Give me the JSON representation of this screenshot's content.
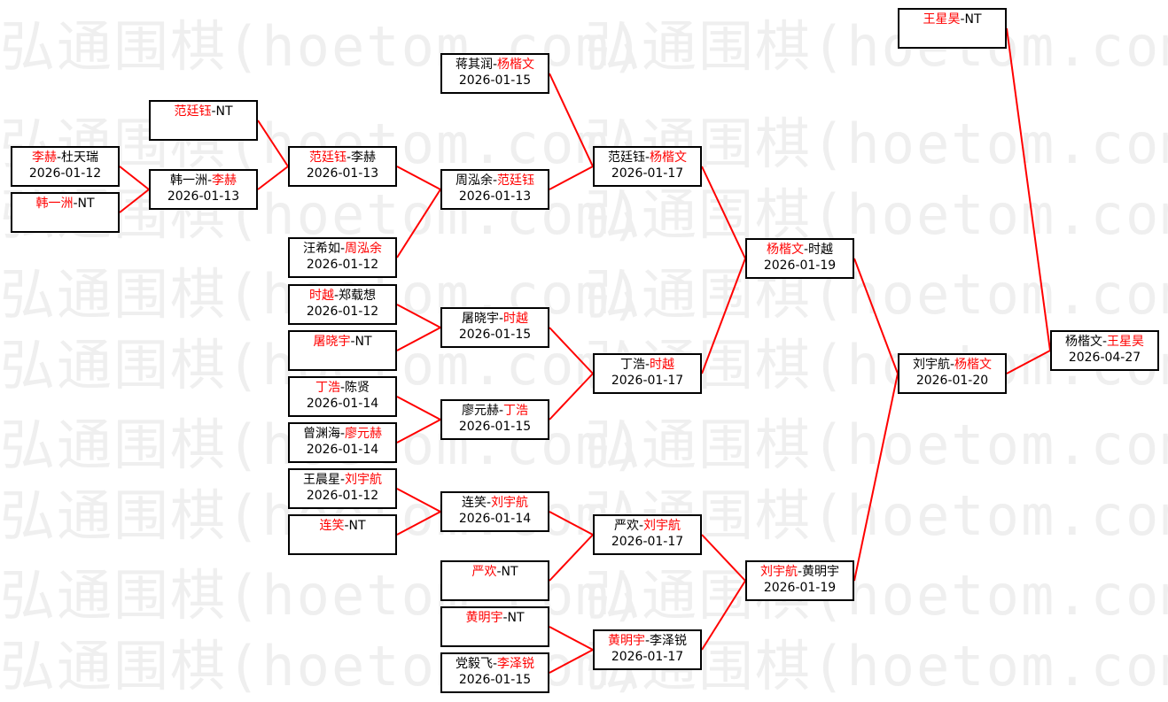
{
  "watermark": {
    "text": "弘通围棋(hoetom.com)"
  },
  "colors": {
    "winner": "#ff0000",
    "line": "#ff0000",
    "border": "#000000",
    "watermark": "#efefef"
  },
  "matches": [
    {
      "id": "m01",
      "p1": "李赫",
      "p2": "杜天瑞",
      "date": "2026-01-12",
      "winner": 1
    },
    {
      "id": "m02",
      "p1": "韩一洲",
      "p2": "NT",
      "date": "",
      "winner": 1
    },
    {
      "id": "m03",
      "p1": "范廷钰",
      "p2": "NT",
      "date": "",
      "winner": 1
    },
    {
      "id": "m04",
      "p1": "韩一洲",
      "p2": "李赫",
      "date": "2026-01-13",
      "winner": 2
    },
    {
      "id": "m05",
      "p1": "范廷钰",
      "p2": "李赫",
      "date": "2026-01-13",
      "winner": 1
    },
    {
      "id": "m06",
      "p1": "汪希如",
      "p2": "周泓余",
      "date": "2026-01-12",
      "winner": 2
    },
    {
      "id": "m07",
      "p1": "时越",
      "p2": "郑载想",
      "date": "2026-01-12",
      "winner": 1
    },
    {
      "id": "m08",
      "p1": "屠晓宇",
      "p2": "NT",
      "date": "",
      "winner": 1
    },
    {
      "id": "m09",
      "p1": "丁浩",
      "p2": "陈贤",
      "date": "2026-01-14",
      "winner": 1
    },
    {
      "id": "m10",
      "p1": "曾渊海",
      "p2": "廖元赫",
      "date": "2026-01-14",
      "winner": 2
    },
    {
      "id": "m11",
      "p1": "王晨星",
      "p2": "刘宇航",
      "date": "2026-01-12",
      "winner": 2
    },
    {
      "id": "m12",
      "p1": "连笑",
      "p2": "NT",
      "date": "",
      "winner": 1
    },
    {
      "id": "m13",
      "p1": "蒋其润",
      "p2": "杨楷文",
      "date": "2026-01-15",
      "winner": 2
    },
    {
      "id": "m14",
      "p1": "周泓余",
      "p2": "范廷钰",
      "date": "2026-01-13",
      "winner": 2
    },
    {
      "id": "m15",
      "p1": "屠晓宇",
      "p2": "时越",
      "date": "2026-01-15",
      "winner": 2
    },
    {
      "id": "m16",
      "p1": "廖元赫",
      "p2": "丁浩",
      "date": "2026-01-15",
      "winner": 2
    },
    {
      "id": "m17",
      "p1": "连笑",
      "p2": "刘宇航",
      "date": "2026-01-14",
      "winner": 2
    },
    {
      "id": "m18",
      "p1": "严欢",
      "p2": "NT",
      "date": "",
      "winner": 1
    },
    {
      "id": "m19",
      "p1": "黄明宇",
      "p2": "NT",
      "date": "",
      "winner": 1
    },
    {
      "id": "m20",
      "p1": "党毅飞",
      "p2": "李泽锐",
      "date": "2026-01-15",
      "winner": 2
    },
    {
      "id": "m21",
      "p1": "范廷钰",
      "p2": "杨楷文",
      "date": "2026-01-17",
      "winner": 2
    },
    {
      "id": "m22",
      "p1": "丁浩",
      "p2": "时越",
      "date": "2026-01-17",
      "winner": 2
    },
    {
      "id": "m23",
      "p1": "严欢",
      "p2": "刘宇航",
      "date": "2026-01-17",
      "winner": 2
    },
    {
      "id": "m24",
      "p1": "黄明宇",
      "p2": "李泽锐",
      "date": "2026-01-17",
      "winner": 1
    },
    {
      "id": "m25",
      "p1": "杨楷文",
      "p2": "时越",
      "date": "2026-01-19",
      "winner": 1
    },
    {
      "id": "m26",
      "p1": "刘宇航",
      "p2": "黄明宇",
      "date": "2026-01-19",
      "winner": 1
    },
    {
      "id": "m27",
      "p1": "刘宇航",
      "p2": "杨楷文",
      "date": "2026-01-20",
      "winner": 2
    },
    {
      "id": "m28",
      "p1": "王星昊",
      "p2": "NT",
      "date": "",
      "winner": 1
    },
    {
      "id": "m29",
      "p1": "杨楷文",
      "p2": "王星昊",
      "date": "2026-04-27",
      "winner": 2
    }
  ],
  "connections": [
    [
      "m01",
      "m04"
    ],
    [
      "m02",
      "m04"
    ],
    [
      "m03",
      "m05"
    ],
    [
      "m04",
      "m05"
    ],
    [
      "m05",
      "m14"
    ],
    [
      "m06",
      "m14"
    ],
    [
      "m07",
      "m15"
    ],
    [
      "m08",
      "m15"
    ],
    [
      "m09",
      "m16"
    ],
    [
      "m10",
      "m16"
    ],
    [
      "m11",
      "m17"
    ],
    [
      "m12",
      "m17"
    ],
    [
      "m13",
      "m21"
    ],
    [
      "m14",
      "m21"
    ],
    [
      "m15",
      "m22"
    ],
    [
      "m16",
      "m22"
    ],
    [
      "m17",
      "m23"
    ],
    [
      "m18",
      "m23"
    ],
    [
      "m19",
      "m24"
    ],
    [
      "m20",
      "m24"
    ],
    [
      "m21",
      "m25"
    ],
    [
      "m22",
      "m25"
    ],
    [
      "m23",
      "m26"
    ],
    [
      "m24",
      "m26"
    ],
    [
      "m25",
      "m27"
    ],
    [
      "m26",
      "m27"
    ],
    [
      "m27",
      "m29"
    ],
    [
      "m28",
      "m29"
    ]
  ]
}
